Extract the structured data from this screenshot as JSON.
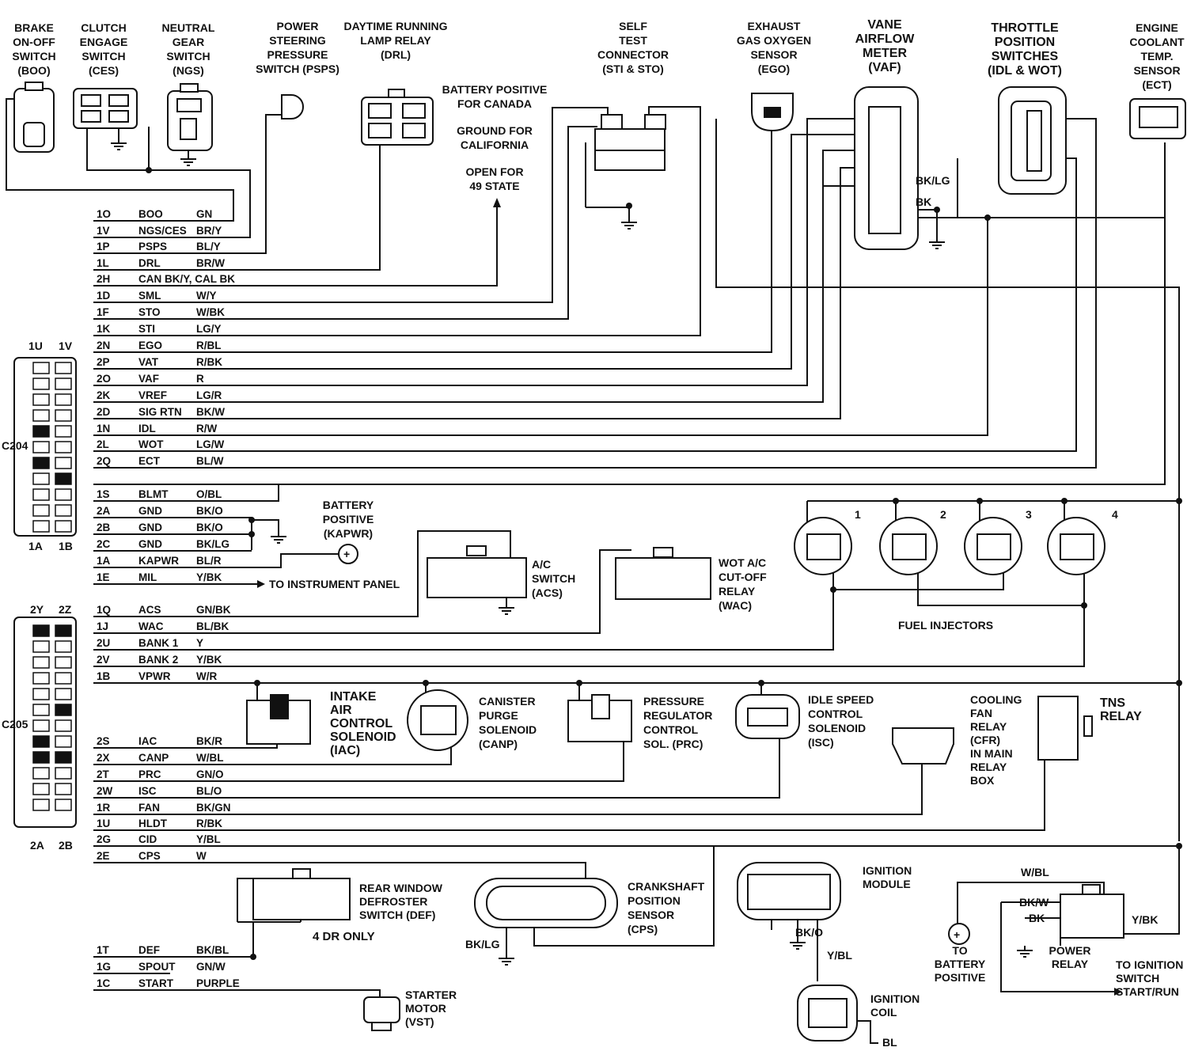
{
  "components": {
    "boo": [
      "BRAKE",
      "ON-OFF",
      "SWITCH",
      "(BOO)"
    ],
    "ces": [
      "CLUTCH",
      "ENGAGE",
      "SWITCH",
      "(CES)"
    ],
    "ngs": [
      "NEUTRAL",
      "GEAR",
      "SWITCH",
      "(NGS)"
    ],
    "psps": [
      "POWER",
      "STEERING",
      "PRESSURE",
      "SWITCH (PSPS)"
    ],
    "drl": [
      "DAYTIME RUNNING",
      "LAMP RELAY",
      "(DRL)"
    ],
    "battery_note": [
      "BATTERY POSITIVE",
      "FOR CANADA"
    ],
    "ground_note": [
      "GROUND FOR",
      "CALIFORNIA"
    ],
    "open_note": [
      "OPEN FOR",
      "49 STATE"
    ],
    "self_test": [
      "SELF",
      "TEST",
      "CONNECTOR",
      "(STI & STO)"
    ],
    "ego": [
      "EXHAUST",
      "GAS OXYGEN",
      "SENSOR",
      "(EGO)"
    ],
    "vaf": [
      "VANE",
      "AIRFLOW",
      "METER",
      "(VAF)"
    ],
    "tps": [
      "THROTTLE",
      "POSITION",
      "SWITCHES",
      "(IDL & WOT)"
    ],
    "ect": [
      "ENGINE",
      "COOLANT",
      "TEMP.",
      "SENSOR",
      "(ECT)"
    ],
    "kapwr": [
      "BATTERY",
      "POSITIVE",
      "(KAPWR)"
    ],
    "acs": [
      "A/C",
      "SWITCH",
      "(ACS)"
    ],
    "wac": [
      "WOT A/C",
      "CUT-OFF",
      "RELAY",
      "(WAC)"
    ],
    "iac": [
      "INTAKE",
      "AIR",
      "CONTROL",
      "SOLENOID",
      "(IAC)"
    ],
    "canp": [
      "CANISTER",
      "PURGE",
      "SOLENOID",
      "(CANP)"
    ],
    "prc": [
      "PRESSURE",
      "REGULATOR",
      "CONTROL",
      "SOL. (PRC)"
    ],
    "isc": [
      "IDLE SPEED",
      "CONTROL",
      "SOLENOID",
      "(ISC)"
    ],
    "cfr": [
      "COOLING",
      "FAN",
      "RELAY",
      "(CFR)",
      "IN MAIN",
      "RELAY",
      "BOX"
    ],
    "tns": [
      "TNS",
      "RELAY"
    ],
    "def": [
      "REAR WINDOW",
      "DEFROSTER",
      "SWITCH (DEF)"
    ],
    "cps": [
      "CRANKSHAFT",
      "POSITION",
      "SENSOR",
      "(CPS)"
    ],
    "ign_module": [
      "IGNITION",
      "MODULE"
    ],
    "ign_coil": [
      "IGNITION",
      "COIL"
    ],
    "power_relay": [
      "POWER",
      "RELAY"
    ],
    "to_battery": [
      "TO",
      "BATTERY",
      "POSITIVE"
    ],
    "to_ignition": [
      "TO IGNITION",
      "SWITCH",
      "START/RUN"
    ],
    "starter": [
      "STARTER",
      "MOTOR",
      "(VST)"
    ],
    "to_instrument_panel": "TO INSTRUMENT PANEL",
    "fuel_injectors": "FUEL INJECTORS",
    "four_dr_only": "4 DR ONLY",
    "injector_numbers": [
      "1",
      "2",
      "3",
      "4"
    ]
  },
  "wire_labels": {
    "vaf_bklg": "BK/LG",
    "vaf_bk": "BK",
    "cps_bklg": "BK/LG",
    "ign_bko": "BK/O",
    "ign_ybl": "Y/BL",
    "coil_bl": "BL",
    "relay_wbl": "W/BL",
    "relay_bkw": "BK/W",
    "relay_bk": "BK",
    "relay_ybk": "Y/BK"
  },
  "connectors": {
    "c204": {
      "name": "C204",
      "top": [
        "1U",
        "1V"
      ],
      "bottom": [
        "1A",
        "1B"
      ]
    },
    "c205": {
      "name": "C205",
      "top": [
        "2Y",
        "2Z"
      ],
      "bottom": [
        "2A",
        "2B"
      ]
    }
  },
  "wires": [
    {
      "pin": "1O",
      "signal": "BOO",
      "color": "GN"
    },
    {
      "pin": "1V",
      "signal": "NGS/CES",
      "color": "BR/Y"
    },
    {
      "pin": "1P",
      "signal": "PSPS",
      "color": "BL/Y"
    },
    {
      "pin": "1L",
      "signal": "DRL",
      "color": "BR/W"
    },
    {
      "pin": "2H",
      "signal": "CAN BK/Y, CAL BK",
      "color": ""
    },
    {
      "pin": "1D",
      "signal": "SML",
      "color": "W/Y"
    },
    {
      "pin": "1F",
      "signal": "STO",
      "color": "W/BK"
    },
    {
      "pin": "1K",
      "signal": "STI",
      "color": "LG/Y"
    },
    {
      "pin": "2N",
      "signal": "EGO",
      "color": "R/BL"
    },
    {
      "pin": "2P",
      "signal": "VAT",
      "color": "R/BK"
    },
    {
      "pin": "2O",
      "signal": "VAF",
      "color": "R"
    },
    {
      "pin": "2K",
      "signal": "VREF",
      "color": "LG/R"
    },
    {
      "pin": "2D",
      "signal": "SIG RTN",
      "color": "BK/W"
    },
    {
      "pin": "1N",
      "signal": "IDL",
      "color": "R/W"
    },
    {
      "pin": "2L",
      "signal": "WOT",
      "color": "LG/W"
    },
    {
      "pin": "2Q",
      "signal": "ECT",
      "color": "BL/W"
    },
    {
      "pin": "1S",
      "signal": "BLMT",
      "color": "O/BL"
    },
    {
      "pin": "2A",
      "signal": "GND",
      "color": "BK/O"
    },
    {
      "pin": "2B",
      "signal": "GND",
      "color": "BK/O"
    },
    {
      "pin": "2C",
      "signal": "GND",
      "color": "BK/LG"
    },
    {
      "pin": "1A",
      "signal": "KAPWR",
      "color": "BL/R"
    },
    {
      "pin": "1E",
      "signal": "MIL",
      "color": "Y/BK"
    },
    {
      "pin": "1Q",
      "signal": "ACS",
      "color": "GN/BK"
    },
    {
      "pin": "1J",
      "signal": "WAC",
      "color": "BL/BK"
    },
    {
      "pin": "2U",
      "signal": "BANK 1",
      "color": "Y"
    },
    {
      "pin": "2V",
      "signal": "BANK 2",
      "color": "Y/BK"
    },
    {
      "pin": "1B",
      "signal": "VPWR",
      "color": "W/R"
    },
    {
      "pin": "2S",
      "signal": "IAC",
      "color": "BK/R"
    },
    {
      "pin": "2X",
      "signal": "CANP",
      "color": "W/BL"
    },
    {
      "pin": "2T",
      "signal": "PRC",
      "color": "GN/O"
    },
    {
      "pin": "2W",
      "signal": "ISC",
      "color": "BL/O"
    },
    {
      "pin": "1R",
      "signal": "FAN",
      "color": "BK/GN"
    },
    {
      "pin": "1U",
      "signal": "HLDT",
      "color": "R/BK"
    },
    {
      "pin": "2G",
      "signal": "CID",
      "color": "Y/BL"
    },
    {
      "pin": "2E",
      "signal": "CPS",
      "color": "W"
    },
    {
      "pin": "1T",
      "signal": "DEF",
      "color": "BK/BL"
    },
    {
      "pin": "1G",
      "signal": "SPOUT",
      "color": "GN/W"
    },
    {
      "pin": "1C",
      "signal": "START",
      "color": "PURPLE"
    }
  ]
}
